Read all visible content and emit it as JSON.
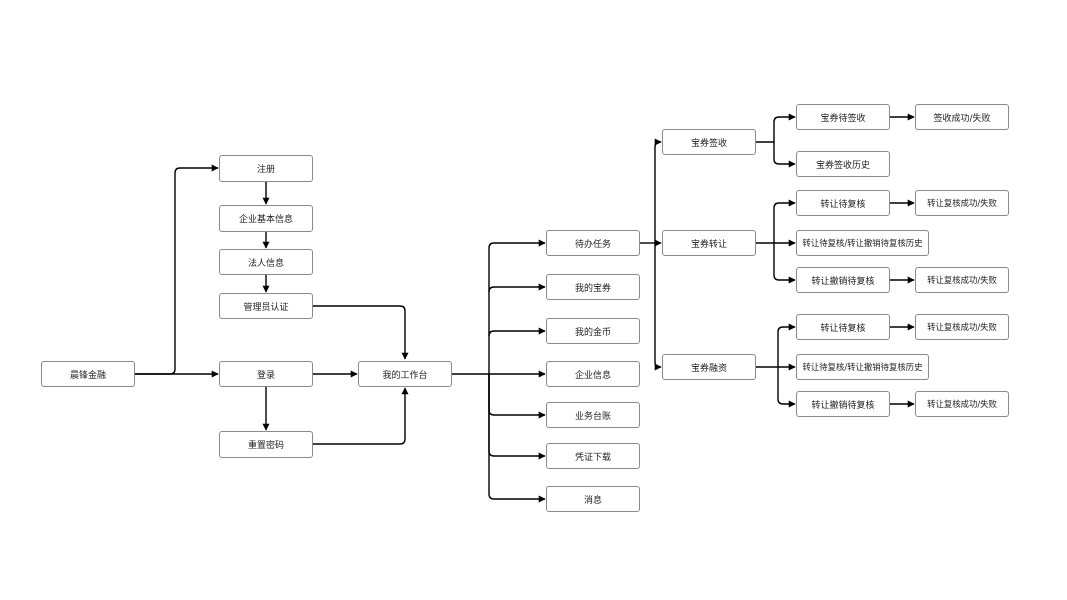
{
  "nodes": {
    "brand": "晨锋金融",
    "register": "注册",
    "company_info": "企业基本信息",
    "legal_person": "法人信息",
    "admin_cert": "管理员认证",
    "login": "登录",
    "reset_password": "重置密码",
    "workbench": "我的工作台",
    "todo": "待办任务",
    "my_coupons": "我的宝券",
    "my_coins": "我的金币",
    "enterprise_info": "企业信息",
    "ledger": "业务台账",
    "voucher_download": "凭证下载",
    "messages": "消息",
    "coupon_sign": "宝券签收",
    "coupon_transfer": "宝券转让",
    "coupon_finance": "宝券融资",
    "sign_pending": "宝券待签收",
    "sign_result": "签收成功/失败",
    "sign_history": "宝券签收历史",
    "t_review_pending": "转让待复核",
    "t_review_result": "转让复核成功/失败",
    "t_history": "转让待复核/转让撤销待复核历史",
    "t_revoke_pending": "转让撤销待复核",
    "t_revoke_result": "转让复核成功/失败",
    "f_review_pending": "转让待复核",
    "f_review_result": "转让复核成功/失败",
    "f_history": "转让待复核/转让撤销待复核历史",
    "f_revoke_pending": "转让撤销待复核",
    "f_revoke_result": "转让复核成功/失败"
  },
  "colors": {
    "line": "#000000",
    "border": "#8a8a8a",
    "text": "#222222"
  }
}
